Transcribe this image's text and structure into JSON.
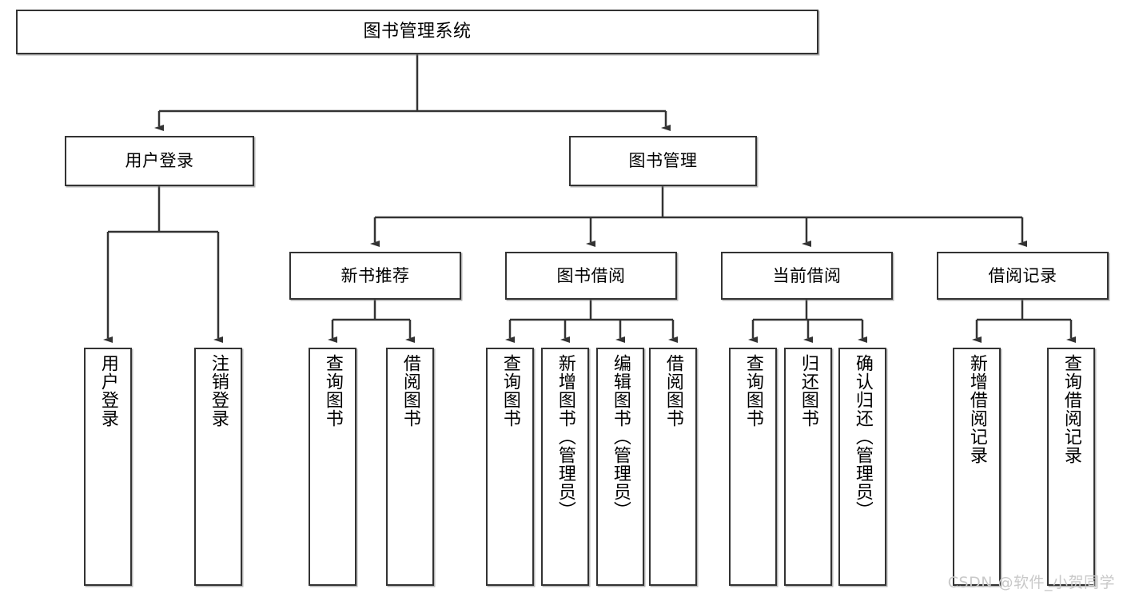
{
  "diagram": {
    "title": "图书管理系统",
    "watermark": "CSDN @软件_小贺同学",
    "line_color": "#333333",
    "box_border_color": "#333333",
    "box_fill": "#FFFFFF",
    "text_color": "#000000",
    "watermark_color": "#C9C9C9"
  },
  "nodes": {
    "root": {
      "label": "图书管理系统"
    },
    "level2": [
      {
        "label": "用户登录"
      },
      {
        "label": "图书管理"
      }
    ],
    "level3": [
      {
        "label": "新书推荐"
      },
      {
        "label": "图书借阅"
      },
      {
        "label": "当前借阅"
      },
      {
        "label": "借阅记录"
      }
    ],
    "leaves": {
      "user_login": [
        {
          "label": "用户登录"
        },
        {
          "label": "注销登录"
        }
      ],
      "new_book_recommend": [
        {
          "label": "查询图书"
        },
        {
          "label": "借阅图书"
        }
      ],
      "book_borrow": [
        {
          "label": "查询图书"
        },
        {
          "label": "新增图书（管理员）"
        },
        {
          "label": "编辑图书（管理员）"
        },
        {
          "label": "借阅图书"
        }
      ],
      "current_borrow": [
        {
          "label": "查询图书"
        },
        {
          "label": "归还图书"
        },
        {
          "label": "确认归还（管理员）"
        }
      ],
      "borrow_record": [
        {
          "label": "新增借阅记录"
        },
        {
          "label": "查询借阅记录"
        }
      ]
    }
  }
}
